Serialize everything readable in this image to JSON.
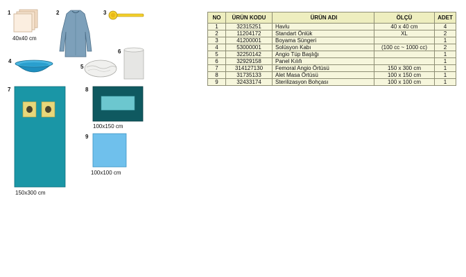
{
  "items": [
    {
      "no": "1",
      "caption": "40x40 cm"
    },
    {
      "no": "2"
    },
    {
      "no": "3"
    },
    {
      "no": "4"
    },
    {
      "no": "5"
    },
    {
      "no": "6"
    },
    {
      "no": "7",
      "caption": "150x300 cm"
    },
    {
      "no": "8",
      "caption": "100x150 cm"
    },
    {
      "no": "9",
      "caption": "100x100 cm"
    }
  ],
  "table": {
    "headers": {
      "no": "NO",
      "code": "ÜRÜN KODU",
      "name": "ÜRÜN ADI",
      "size": "ÖLÇÜ",
      "qty": "ADET"
    },
    "rows": [
      {
        "no": "1",
        "code": "32315251",
        "name": "Havlu",
        "size": "40 x 40 cm",
        "qty": "4"
      },
      {
        "no": "2",
        "code": "11204172",
        "name": "Standart Önlük",
        "size": "XL",
        "qty": "2"
      },
      {
        "no": "3",
        "code": "41200001",
        "name": "Boyama Süngeri",
        "size": "",
        "qty": "1"
      },
      {
        "no": "4",
        "code": "53000001",
        "name": "Solüsyon Kabı",
        "size": "(100 cc ~ 1000 cc)",
        "qty": "2"
      },
      {
        "no": "5",
        "code": "32250142",
        "name": "Angio Tüp Başlığı",
        "size": "",
        "qty": "1"
      },
      {
        "no": "6",
        "code": "32929158",
        "name": "Panel Kılıfı",
        "size": "",
        "qty": "1"
      },
      {
        "no": "7",
        "code": "314127130",
        "name": "Femoral Angio Örtüsü",
        "size": "150 x 300 cm",
        "qty": "1"
      },
      {
        "no": "8",
        "code": "31735133",
        "name": "Alet Masa Örtüsü",
        "size": "100 x 150 cm",
        "qty": "1"
      },
      {
        "no": "9",
        "code": "32433174",
        "name": "Sterilizasyon Bohçası",
        "size": "100 x 100 cm",
        "qty": "1"
      }
    ]
  },
  "colors": {
    "drape_teal": "#1a96a6",
    "table_header": "#eeeebf",
    "table_row": "#f6f6dc",
    "table_border": "#8d8d73"
  }
}
